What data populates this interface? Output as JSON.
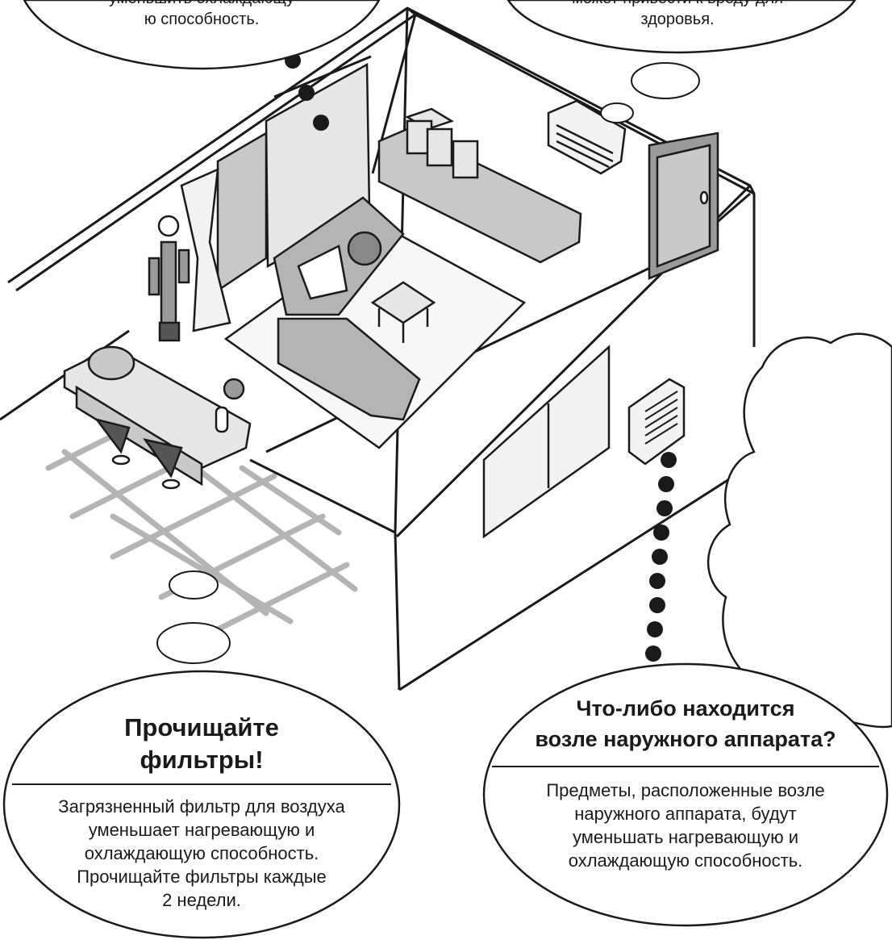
{
  "bubbles": {
    "top_left": {
      "lines": [
        "уменьшить охлаждающу",
        "ю способность."
      ]
    },
    "top_right": {
      "lines": [
        "может привести к вреду для",
        "здоровья."
      ]
    },
    "bottom_left": {
      "title_lines": [
        "Прочищайте",
        "фильтры!"
      ],
      "body_lines": [
        "Загрязненный фильтр для воздуха",
        "уменьшает нагревающую и",
        "охлаждающую способность.",
        "Прочищайте фильтры каждые",
        "2 недели."
      ]
    },
    "bottom_right": {
      "title_lines": [
        "Что-либо находится",
        "возле наружного аппарата?"
      ],
      "body_lines": [
        "Предметы, расположенные возле",
        "наружного аппарата, будут",
        "уменьшать нагревающую и",
        "охлаждающую способность."
      ]
    }
  },
  "colors": {
    "line": "#1a1a1a",
    "fill_gray": "#c8c8c8",
    "fill_light": "#e6e6e6",
    "floor_grid": "#b4b4b4",
    "background": "#ffffff"
  }
}
